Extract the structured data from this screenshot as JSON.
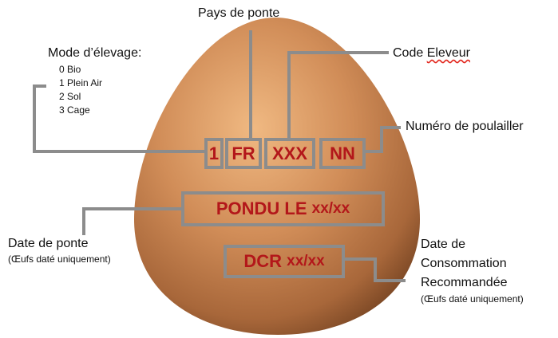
{
  "title_top": "Pays de ponte",
  "mode": {
    "title": "Mode d’élevage:",
    "items": [
      "0 Bio",
      "1 Plein Air",
      "2 Sol",
      "3 Cage"
    ]
  },
  "code_eleveur": {
    "word1": "Code",
    "word2": "Eleveur"
  },
  "numero_poulailler": "Numéro de poulailler",
  "stamp": {
    "mode_digit": "1",
    "pays": "FR",
    "eleveur": "XXX",
    "poulailler": "NN",
    "pondu_prefix": "PONDU LE",
    "pondu_value": "xx/xx",
    "dcr_prefix": "DCR",
    "dcr_value": "xx/xx"
  },
  "date_ponte": {
    "title": "Date de ponte",
    "note": "(Œufs daté uniquement)"
  },
  "dcr_label": {
    "line1": "Date de",
    "line2": "Consommation",
    "line3": "Recommandée",
    "note": "(Œufs daté uniquement)"
  },
  "colors": {
    "stamp_text": "#b3171a",
    "frame_gray": "#8c8c8c",
    "egg": "#cd8a55"
  }
}
